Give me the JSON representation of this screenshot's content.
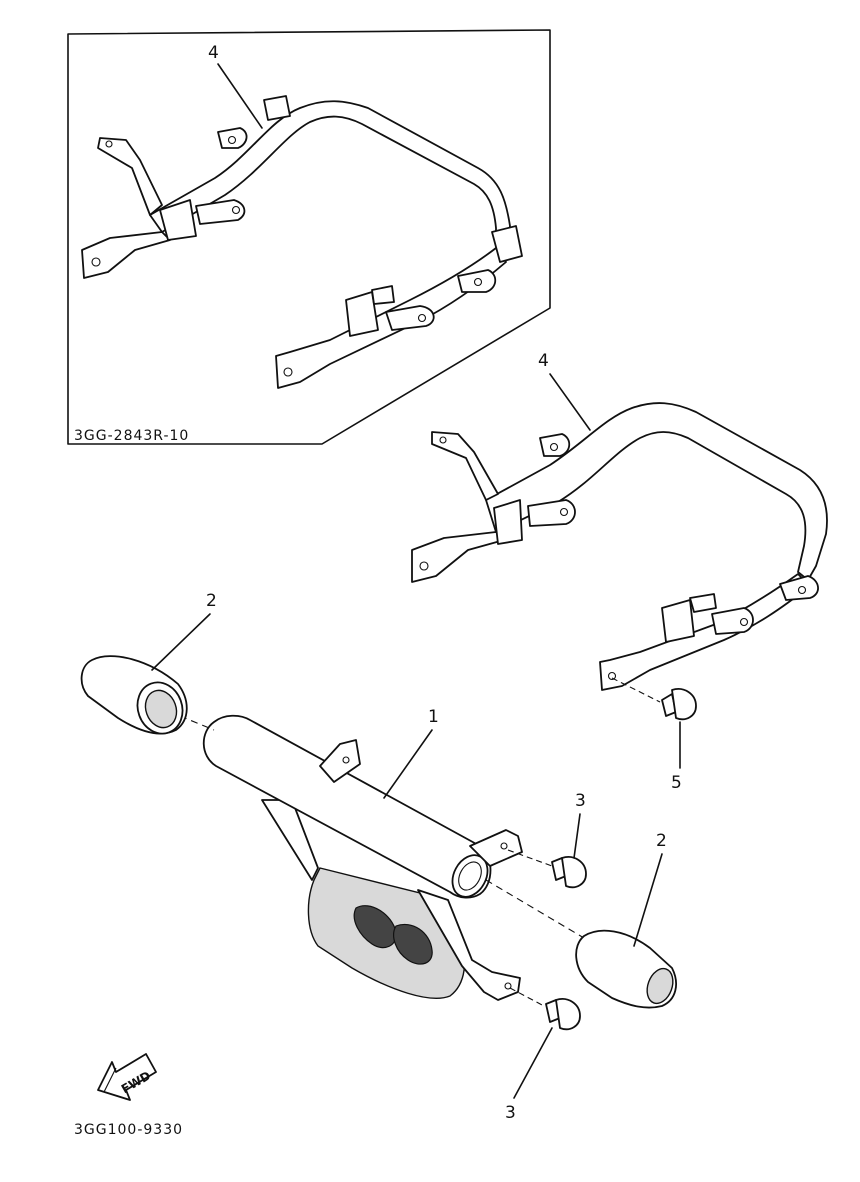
{
  "diagram": {
    "inset_code": "3GG-2843R-10",
    "figure_code": "3GG100-9330",
    "direction_label": "FWD",
    "callouts": {
      "inset_frame": "4",
      "frame": "4",
      "front_bar": "1",
      "left_plug": "2",
      "right_plug": "2",
      "upper_bolt": "3",
      "lower_bolt": "3",
      "frame_bolt": "5"
    }
  }
}
